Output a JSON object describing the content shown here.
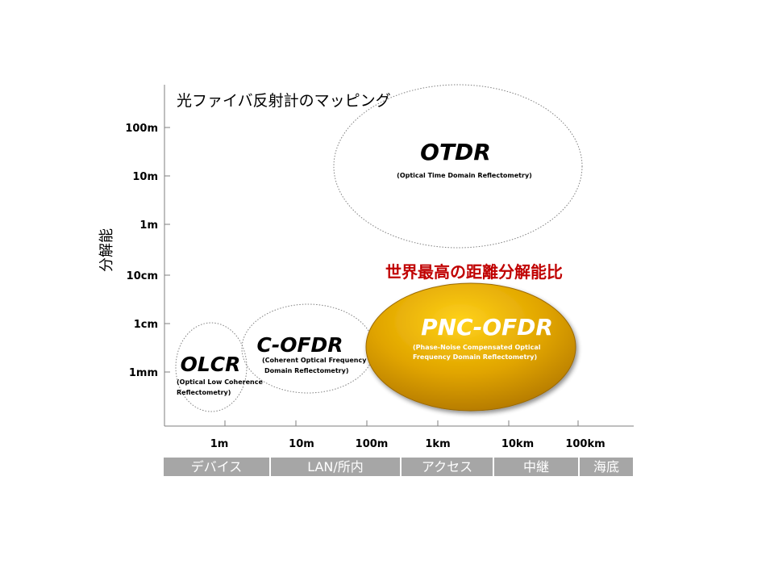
{
  "title": "光ファイバ反射計のマッピング",
  "y_axis_label": "分解能",
  "y_ticks": [
    "100m",
    "10m",
    "1m",
    "10cm",
    "1cm",
    "1mm"
  ],
  "x_ticks": [
    "1m",
    "10m",
    "100m",
    "1km",
    "10km",
    "100km"
  ],
  "categories": [
    "デバイス",
    "LAN/所内",
    "アクセス",
    "中継",
    "海底"
  ],
  "highlight": "世界最高の距離分解能比",
  "techs": {
    "otdr": {
      "name": "OTDR",
      "desc": "(Optical Time Domain Reflectometry)"
    },
    "pnc": {
      "name": "PNC-OFDR",
      "desc1": "(Phase-Noise Compensated Optical",
      "desc2": "Frequency Domain Reflectometry)"
    },
    "cofdr": {
      "name": "C-OFDR",
      "desc1": "(Coherent Optical Frequency",
      "desc2": "Domain Reflectometry)"
    },
    "olcr": {
      "name": "OLCR",
      "desc1": "(Optical Low Coherence",
      "desc2": "Reflectometry)"
    }
  },
  "colors": {
    "pnc_fill": "#d9a000",
    "highlight_text": "#c00000",
    "band": "#a6a6a6"
  }
}
